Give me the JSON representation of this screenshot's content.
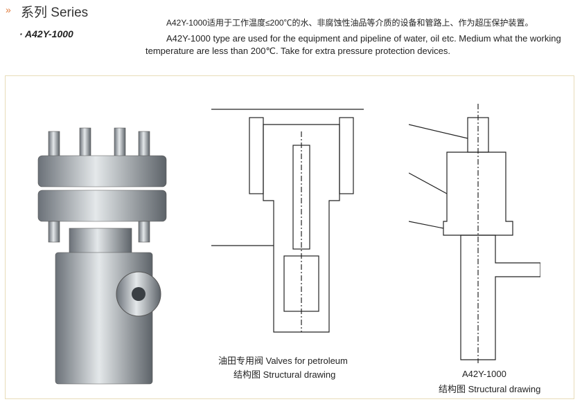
{
  "header": {
    "chevron": "»",
    "title": "系列 Series",
    "model": "· A42Y-1000"
  },
  "description": {
    "zh": "A42Y-1000适用于工作温度≤200℃的水、非腐蚀性油品等介质的设备和管路上、作为超压保护装置。",
    "en_line1": "A42Y-1000 type are used for the equipment and pipeline of water, oil etc. Medium what the working",
    "en_line2": "temperature are less than 200℃. Take for extra pressure protection devices."
  },
  "figures": {
    "drawing1_caption1": "油田专用阀  Valves for petroleum",
    "drawing1_caption2": "结构图  Structural drawing",
    "drawing2_caption1": "A42Y-1000",
    "drawing2_caption2": "结构图  Structural drawing"
  }
}
